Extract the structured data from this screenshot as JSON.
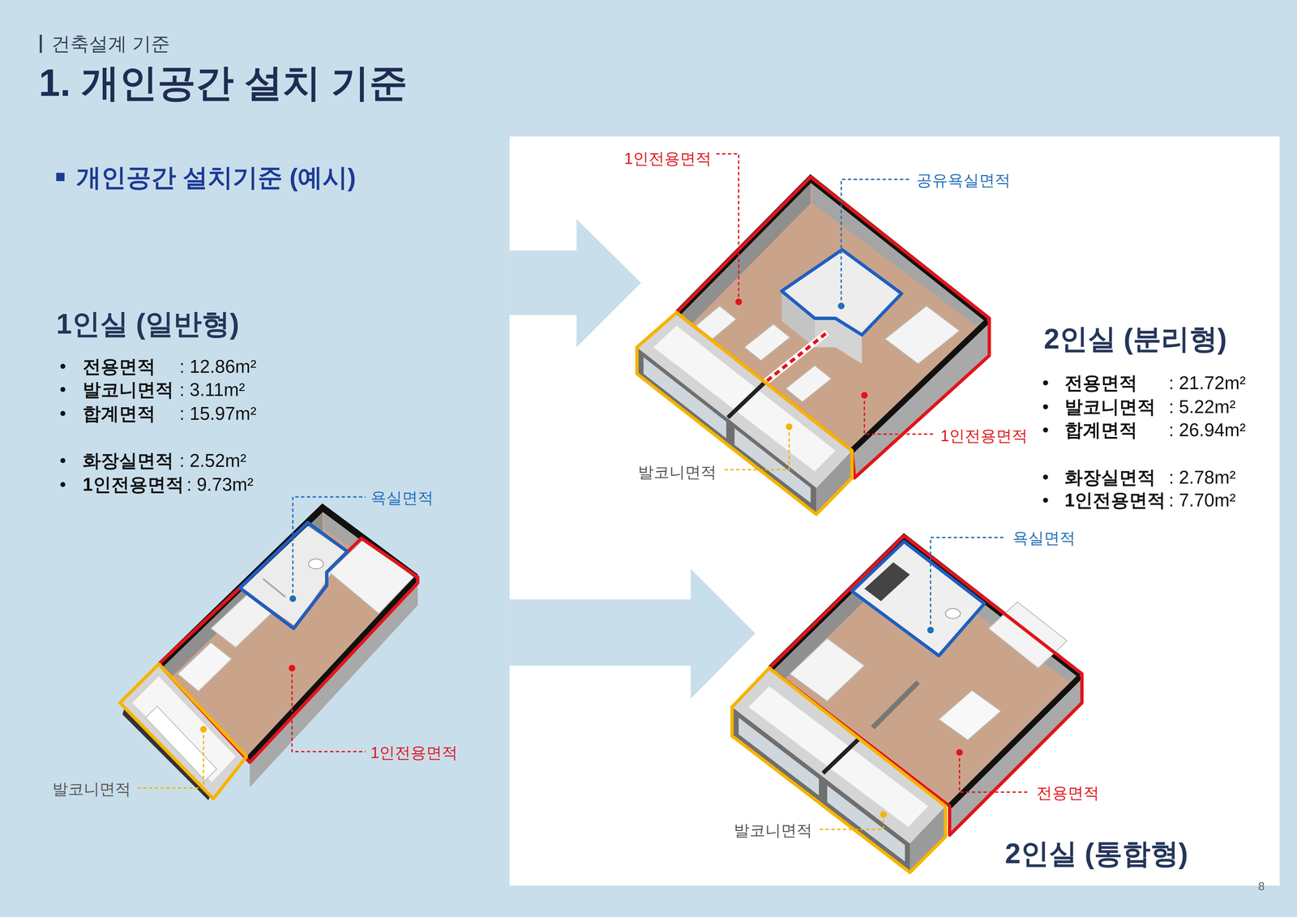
{
  "diagram": {
    "title": "1. 개인공간 설치 기준",
    "labels": [
      "건축설계 기준",
      "개인공간 설치기준 (예시)",
      "1인실 (일반형)",
      "전용면적",
      ": 12.86m²",
      "발코니면적",
      ": 3.11m²",
      "합계면적",
      ": 15.97m²",
      "화장실면적",
      ": 2.52m²",
      "1인전용면적",
      ": 9.73m²",
      "욕실면적",
      "1인전용면적",
      "발코니면적",
      "1인전용면적",
      "공유욕실면적",
      "1인전용면적",
      "발코니면적",
      "2인실 (분리형)",
      "전용면적",
      ": 21.72m²",
      "발코니면적",
      ": 5.22m²",
      "합계면적",
      ": 26.94m²",
      "화장실면적",
      ": 2.78m²",
      "1인전용면적",
      ": 7.70m²",
      "욕실면적",
      "전용면적",
      "발코니면적",
      "2인실 (통합형)",
      "8"
    ]
  }
}
